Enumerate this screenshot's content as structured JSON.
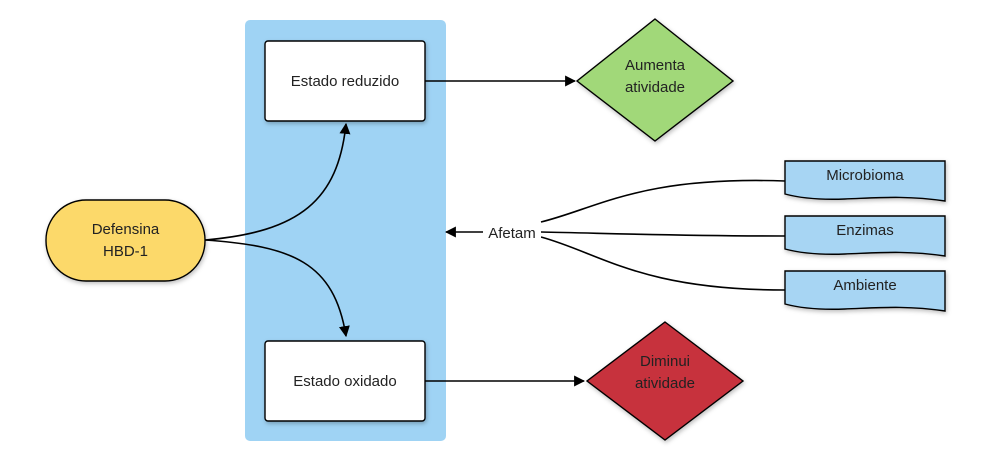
{
  "colors": {
    "panel": "#9fd3f4",
    "source": "#fcd96b",
    "increase": "#a1d879",
    "decrease": "#c7303d",
    "factor": "#a7d5f3",
    "box": "#ffffff",
    "stroke": "#000000"
  },
  "nodes": {
    "source": {
      "line1": "Defensina",
      "line2": "HBD-1"
    },
    "reduced": {
      "label": "Estado reduzido"
    },
    "oxidized": {
      "label": "Estado oxidado"
    },
    "increase": {
      "line1": "Aumenta",
      "line2": "atividade"
    },
    "decrease": {
      "line1": "Diminui",
      "line2": "atividade"
    }
  },
  "factors": {
    "label": "Afetam",
    "items": [
      "Microbioma",
      "Enzimas",
      "Ambiente"
    ]
  }
}
